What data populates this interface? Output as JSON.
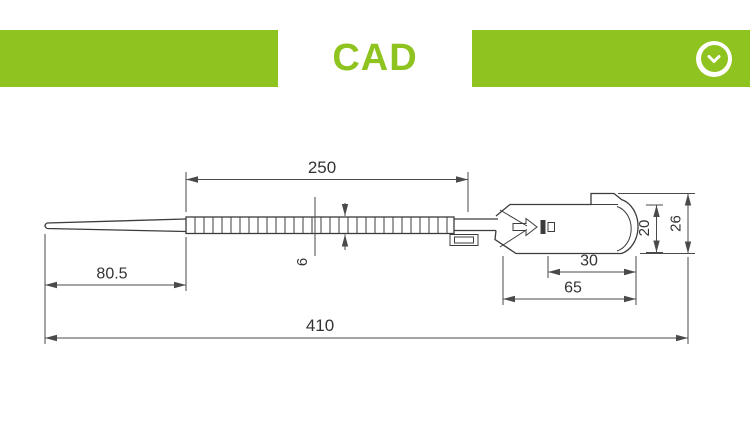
{
  "banner": {
    "title": "CAD",
    "colors": {
      "green": "#8fc31f",
      "line": "#3c3c3c"
    },
    "scroll_button_icon": "chevron-down-icon"
  },
  "drawing": {
    "subject": "security-seal-technical-drawing",
    "dimensions": {
      "strap_section_length": "250",
      "tail_length": "80.5",
      "total_length": "410",
      "lock_to_end": "30",
      "head_length": "65",
      "head_body_height": "20",
      "head_total_height": "26",
      "strap_width": "6"
    }
  }
}
